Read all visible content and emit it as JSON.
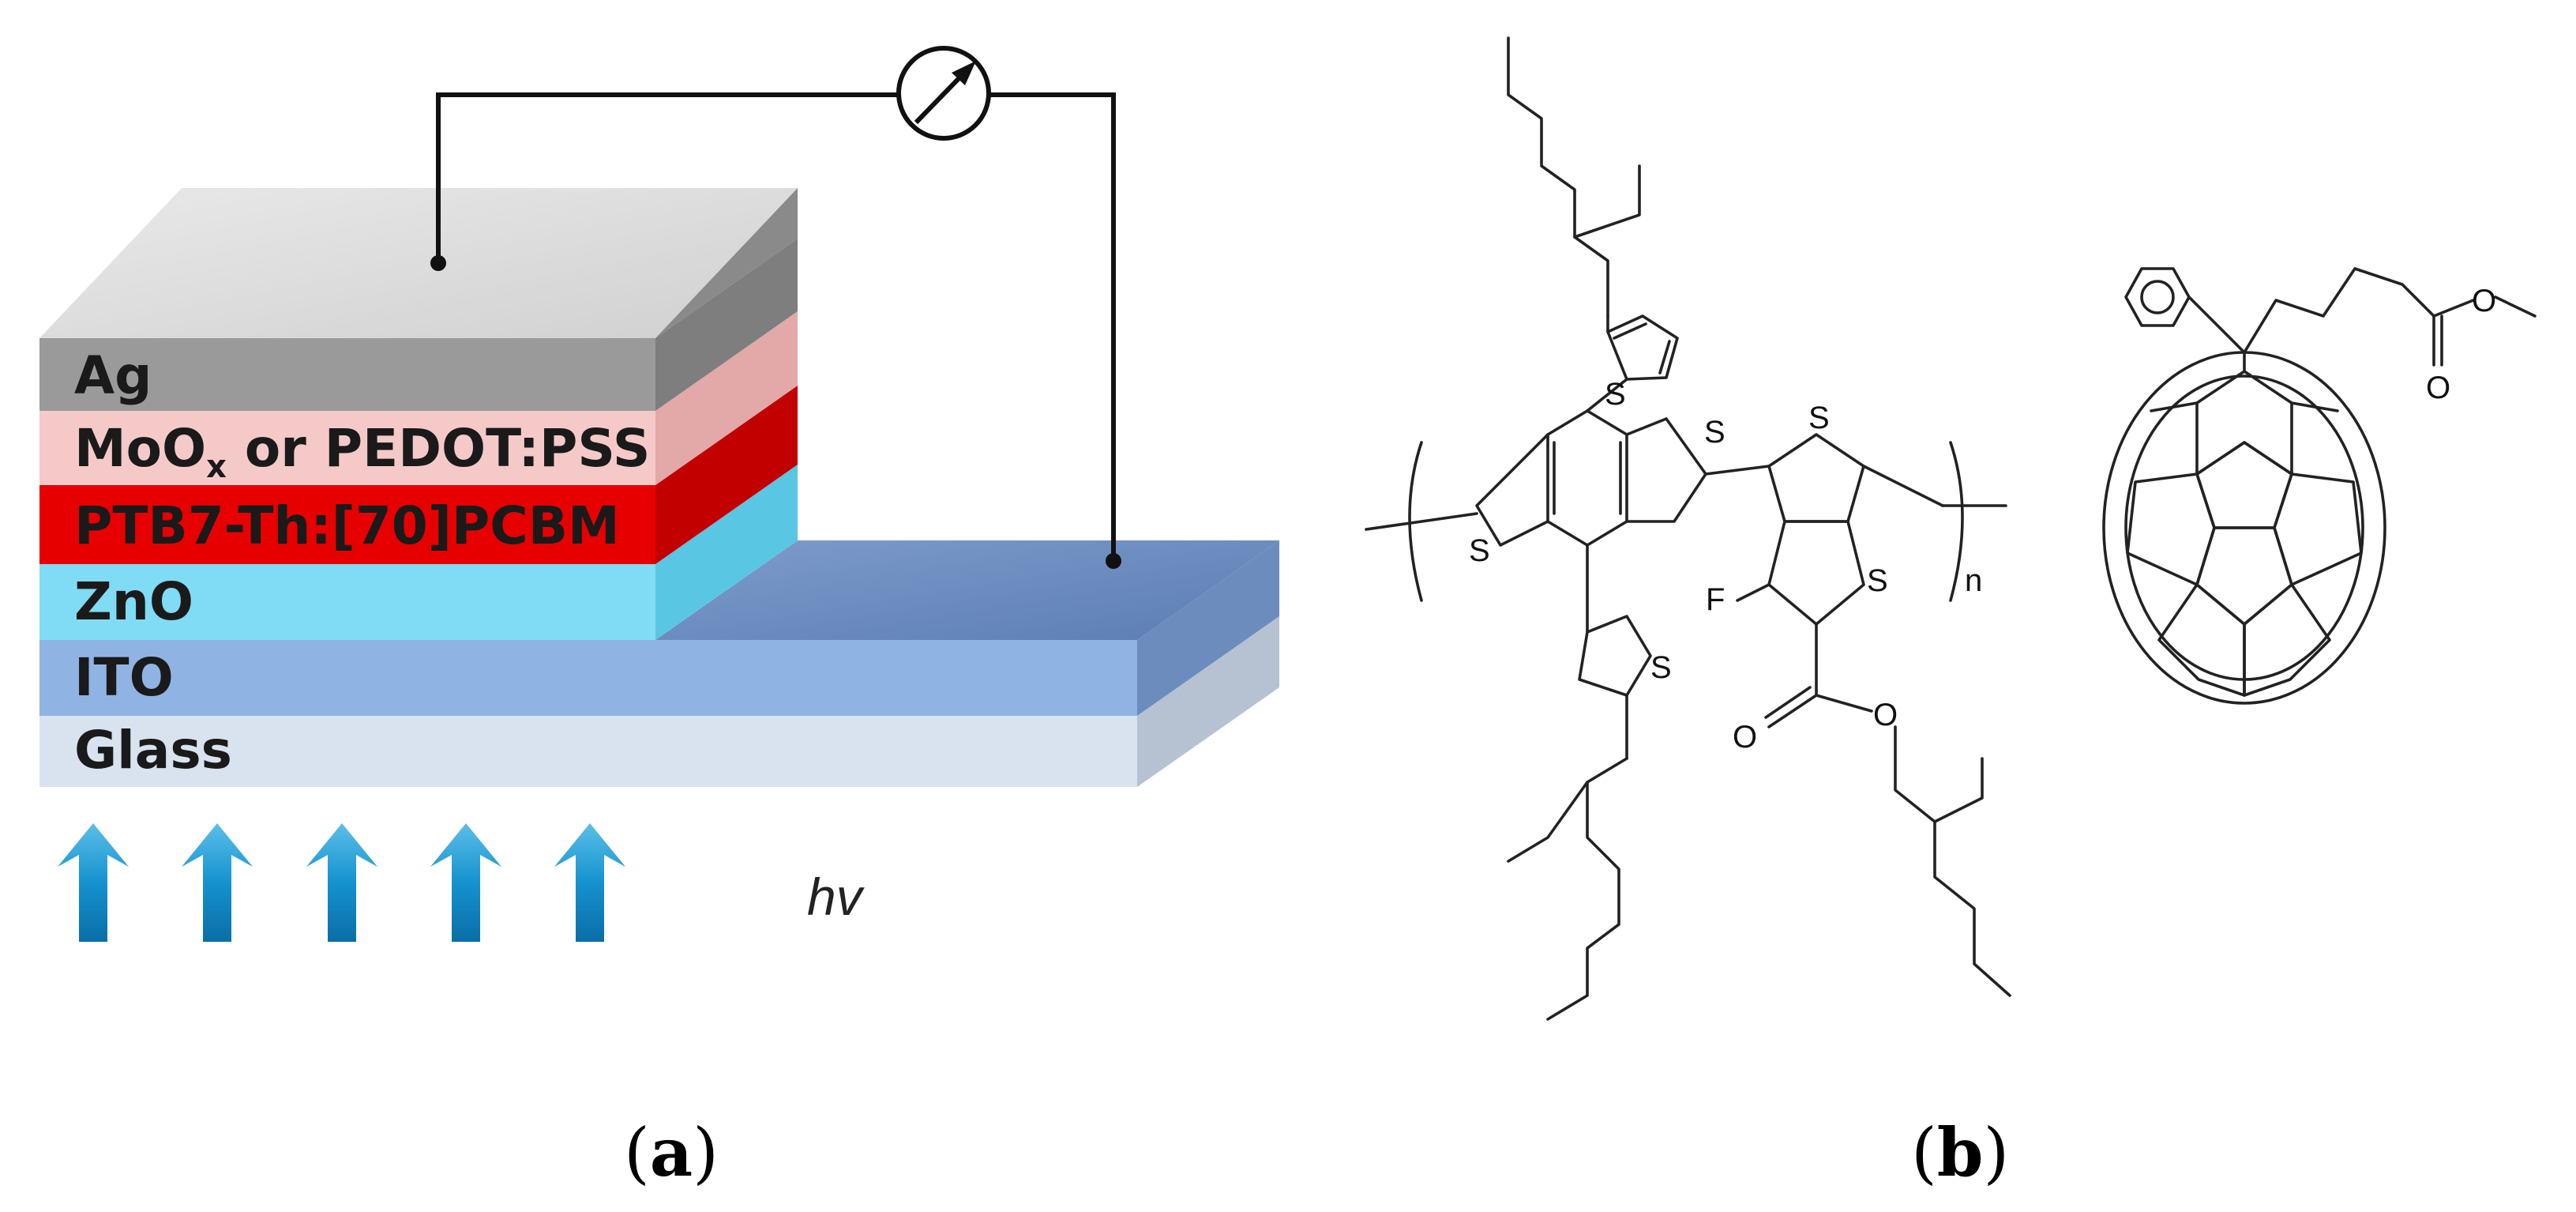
{
  "panel_a": {
    "label": "a",
    "layers": {
      "ag": "Ag",
      "moox_main": "MoO",
      "moox_sub": "x",
      "moox_rest": " or PEDOT:PSS",
      "active": "PTB7-Th:[70]PCBM",
      "zno": "ZnO",
      "ito": "ITO",
      "glass": "Glass"
    },
    "light_symbol": "hv",
    "colors": {
      "ag": "#9a9a9a",
      "moox": "#f6c9c9",
      "active": "#e60000",
      "zno": "#7fdcf4",
      "ito": "#8fb3e3",
      "glass": "#d9e3f0",
      "arrow": "#1592cf"
    }
  },
  "panel_b": {
    "label": "b",
    "atoms": {
      "s": "S",
      "f": "F",
      "o": "O",
      "n": "n"
    }
  }
}
